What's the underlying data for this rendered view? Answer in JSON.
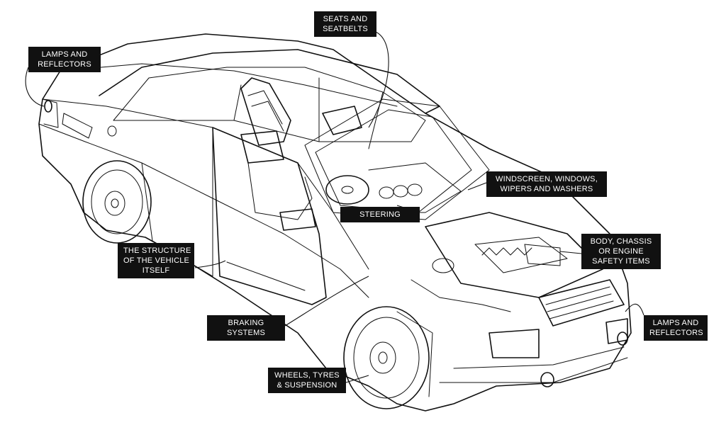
{
  "labels": {
    "seats_seatbelts": "SEATS AND\nSEATBELTS",
    "lamps_rear": "LAMPS AND\nREFLECTORS",
    "windscreen": "WINDSCREEN, WINDOWS,\nWIPERS AND WASHERS",
    "steering": "STEERING",
    "body_chassis": "BODY, CHASSIS\nOR ENGINE\nSAFETY ITEMS",
    "structure": "THE STRUCTURE\nOF THE VEHICLE\nITSELF",
    "braking": "BRAKING\nSYSTEMS",
    "lamps_front": "LAMPS AND\nREFLECTORS",
    "wheels": "WHEELS, TYRES\n& SUSPENSION"
  }
}
